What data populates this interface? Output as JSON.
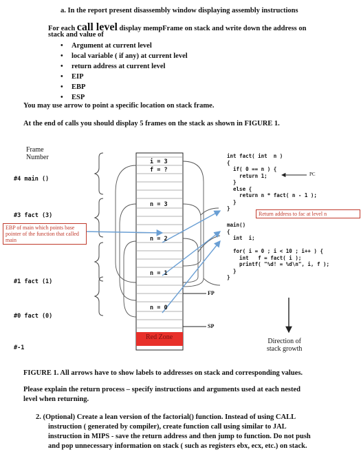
{
  "heading_a": "a.  In the report present disassembly window  displaying assembly instructions",
  "line_for_each_pre": "For each",
  "line_for_each_call": "call level",
  "line_for_each_post": "display mempFrame on stack and write down the address on",
  "line_stack_value": "stack and value of",
  "bullets": [
    "Argument at current level",
    "local variable ( if any) at current level",
    "return address at current level",
    "EIP",
    "EBP",
    "ESP"
  ],
  "arrow_note": "You may use arrow to point a specific location on stack frame.",
  "end_note": "At the end of calls you should display 5 frames on the stack as shown in FIGURE 1.",
  "figure": {
    "frame_number_label_1": "Frame",
    "frame_number_label_2": "Number",
    "frames": [
      {
        "label": "#4 main ()"
      },
      {
        "label": "#3 fact (3)"
      },
      {
        "label": "#1 fact (1)"
      },
      {
        "label": "#0 fact (0)"
      },
      {
        "label": "#-1"
      }
    ],
    "cells": {
      "i": "i = 3",
      "f": "f = ?",
      "n3": "n = 3",
      "n2": "n = 2",
      "n1": "n = 1",
      "n0": "n = 0",
      "red_zone": "Red Zone"
    },
    "code_fact": "int fact( int  n )\n{\n  if( 0 == n ) {\n    return 1;\n  }\n  else {\n    return n * fact( n - 1 );\n  }\n}",
    "code_main": "main()\n{\n  int  i;\n\n  for( i = 0 ; i < 10 ; i++ ) {\n    int   f = fact( i );\n    printf( \"%d! = %d\\n\", i, f );\n  }\n}",
    "pc_label": "PC",
    "fp_label": "FP",
    "sp_label": "SP",
    "return_address_note": "Return address to fac at level n",
    "ebp_note": "EBP of main which points base pointer of the function that called main",
    "direction_1": "Direction of",
    "direction_2": "stack growth"
  },
  "caption": "FIGURE 1.  All arrows have to show labels to addresses on stack and corresponding values.",
  "explain_1": "Please explain the return process – specify instructions and arguments used at each nested",
  "explain_2": "level when returning.",
  "optional": [
    "2.   (Optional) Create a lean version of the factorial() function.  Instead of using CALL",
    "instruction ( generated by compiler),  create function call using similar to  JAL",
    "instruction in MIPS  - save  the return address and then jump to function.  Do not push",
    "and pop unnecessary information on stack ( such as registers  ebx, ecx, etc.) on stack."
  ]
}
